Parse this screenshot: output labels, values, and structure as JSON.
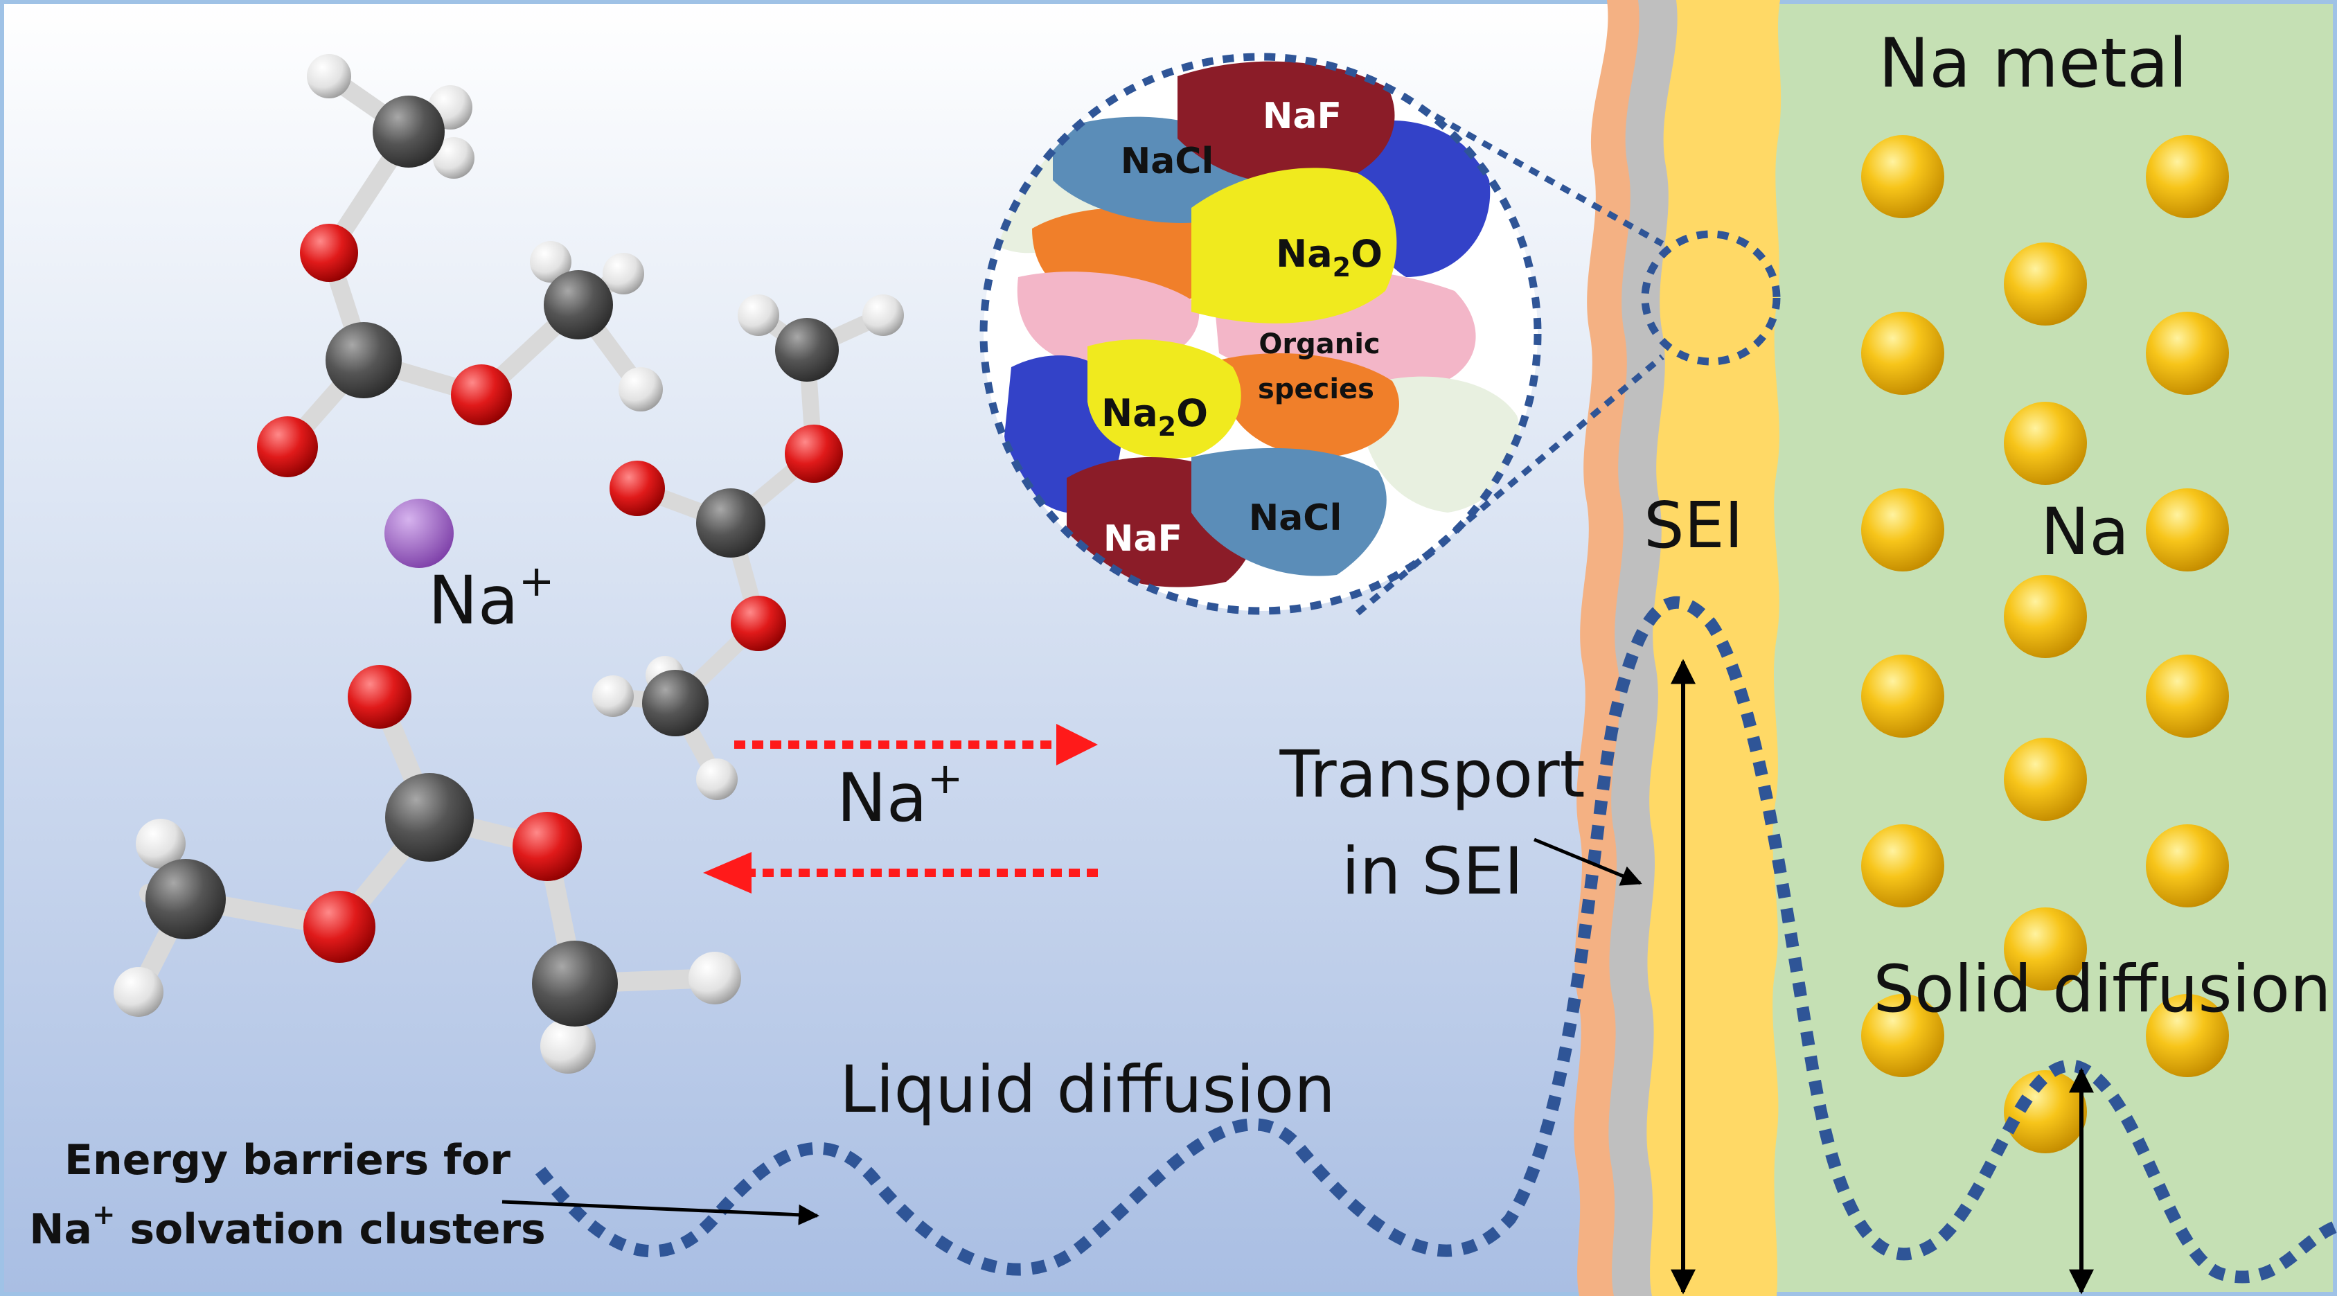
{
  "labels": {
    "na_metal": "Na metal",
    "sei": "SEI",
    "na": "Na",
    "solid_diffusion": "Solid diffusion",
    "transport_line1": "Transport",
    "transport_line2": "in SEI",
    "liquid_diffusion": "Liquid diffusion",
    "energy_line1": "Energy barriers for",
    "energy_line2_prefix": "Na",
    "energy_line2_sup": "+",
    "energy_line2_suffix": " solvation clusters",
    "na_ion_base": "Na",
    "na_ion_sup": "+",
    "arrow_ion_base": "Na",
    "arrow_ion_sup": "+"
  },
  "sei_components": {
    "nacl_top": "NaCl",
    "naf_top": "NaF",
    "na2o_top_base": "Na",
    "na2o_top_sub": "2",
    "na2o_top_end": "O",
    "organic_line1": "Organic",
    "organic_line2": "species",
    "na2o_mid_base": "Na",
    "na2o_mid_sub": "2",
    "na2o_mid_end": "O",
    "naf_bottom": "NaF",
    "nacl_bottom": "NaCl"
  },
  "colors": {
    "electrolyte_top": "#ffffff",
    "electrolyte_bottom": "#a9bee3",
    "na_metal_bg": "#c5e0b4",
    "sei_orange": "#f4b183",
    "sei_gray": "#bfbfbf",
    "sei_yellow": "#ffd966",
    "energy_path": "#2f5597",
    "na_atom": "#f2b800",
    "naf": "#8b1c28",
    "nacl": "#5b8db8",
    "na2o": "#f0ea1e",
    "organic": "#f3b6c8",
    "orange_grain": "#f07f2a",
    "blue_grain": "#3342c8",
    "light_grain": "#e8f0e0",
    "carbon": "#4d4d4d",
    "oxygen": "#e01a1a",
    "hydrogen": "#ececec",
    "sodium_ion": "#9b5fc0",
    "arrow_red": "#ff1a1a"
  },
  "icons": [
    "dimethyl-carbonate-molecule",
    "sodium-ion-sphere",
    "sodium-atom-sphere"
  ]
}
